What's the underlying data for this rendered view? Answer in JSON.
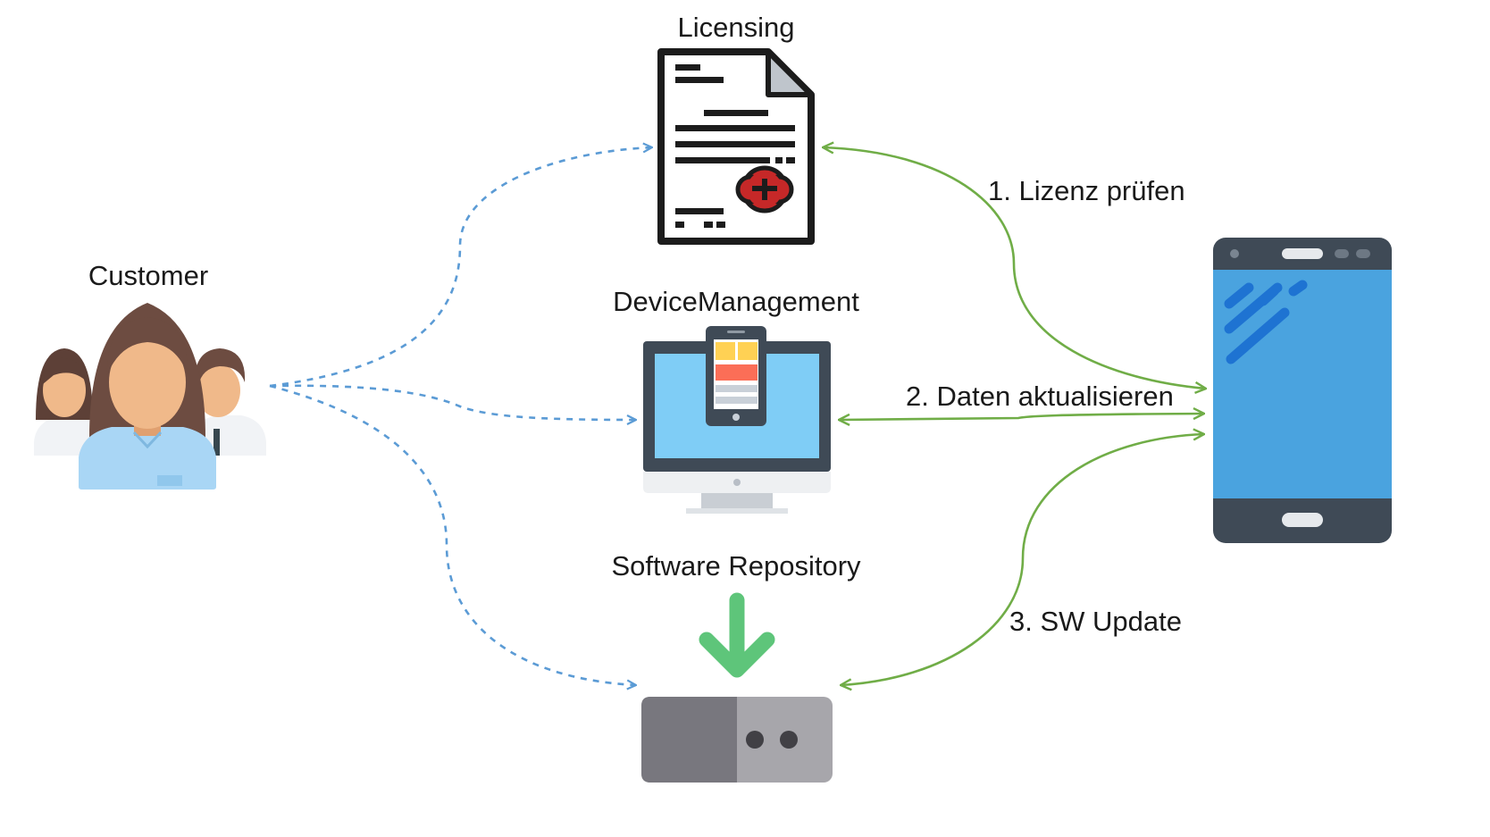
{
  "nodes": {
    "customer": {
      "label": "Customer",
      "icon": "people-group-icon"
    },
    "licensing": {
      "label": "Licensing",
      "icon": "license-document-icon"
    },
    "device_management": {
      "label": "DeviceManagement",
      "icon": "monitor-with-phone-icon"
    },
    "software_repository": {
      "label": "Software Repository",
      "icon": "server-download-icon"
    },
    "device": {
      "icon": "smartphone-icon"
    }
  },
  "edges": {
    "license_check": {
      "label": "1. Lizenz prüfen",
      "style": "solid",
      "color": "#70ad47"
    },
    "update_data": {
      "label": "2. Daten aktualisieren",
      "style": "solid",
      "color": "#70ad47"
    },
    "sw_update": {
      "label": "3. SW Update",
      "style": "solid",
      "color": "#70ad47"
    },
    "customer_links": {
      "style": "dashed",
      "color": "#5b9bd5"
    }
  }
}
